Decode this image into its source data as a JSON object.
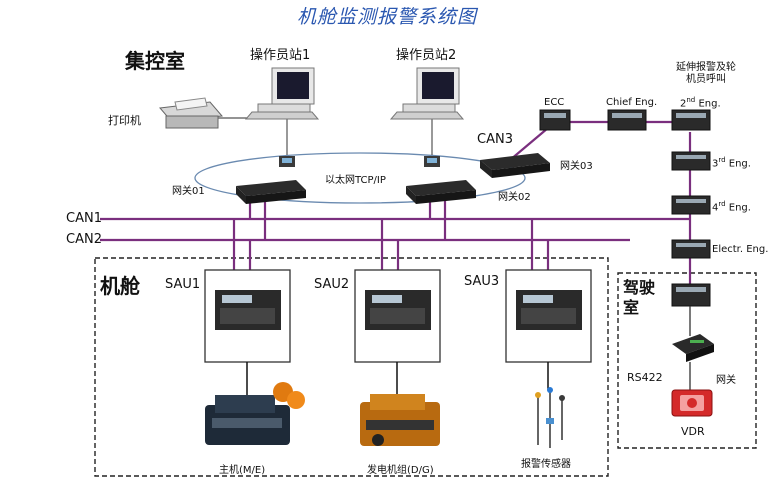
{
  "title": "机舱监测报警系统图",
  "control_room": "集控室",
  "engine_room": "机舱",
  "bridge": "驾驶\n室",
  "operator_station_1": "操作员站1",
  "operator_station_2": "操作员站2",
  "printer": "打印机",
  "ethernet": "以太网TCP/IP",
  "gateway_01": "网关01",
  "gateway_02": "网关02",
  "gateway_03": "网关03",
  "can1": "CAN1",
  "can2": "CAN2",
  "can3": "CAN3",
  "sau1": "SAU1",
  "sau2": "SAU2",
  "sau3": "SAU3",
  "main_engine": "主机(M/E)",
  "generator": "发电机组(D/G)",
  "alarm_sensor": "报警传感器",
  "extension_alarm": "延伸报警及轮\n机员呼叫",
  "ecc": "ECC",
  "chief_eng": "Chief Eng.",
  "eng2": {
    "num": "2",
    "sup": "nd",
    "text": " Eng."
  },
  "eng3": {
    "num": "3",
    "sup": "rd",
    "text": " Eng."
  },
  "eng4": {
    "num": "4",
    "sup": "rd",
    "text": " Eng."
  },
  "electr_eng": "Electr. Eng.",
  "rs422": "RS422",
  "gateway_bridge": "网关",
  "vdr": "VDR",
  "colors": {
    "bus": "#7a2f7e",
    "title": "#2a57b0",
    "vdr": "#d42a2a"
  }
}
